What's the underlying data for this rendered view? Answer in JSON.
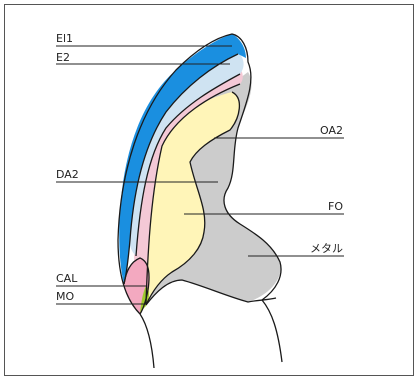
{
  "labels": {
    "e11": "El1",
    "e2": "E2",
    "oa2": "OA2",
    "da2": "DA2",
    "fo": "FO",
    "metal": "メタル",
    "cal": "CAL",
    "mo": "MO"
  },
  "colors": {
    "enamel_blue": "#1a8fe0",
    "enamel_light": "#cfe3f2",
    "dentin_pink": "#f4c9d6",
    "opaque_yellow": "#fff5b8",
    "metal_gray": "#cccccc",
    "margin_green": "#9ec92e",
    "cervical_pink": "#f3a9c0"
  }
}
